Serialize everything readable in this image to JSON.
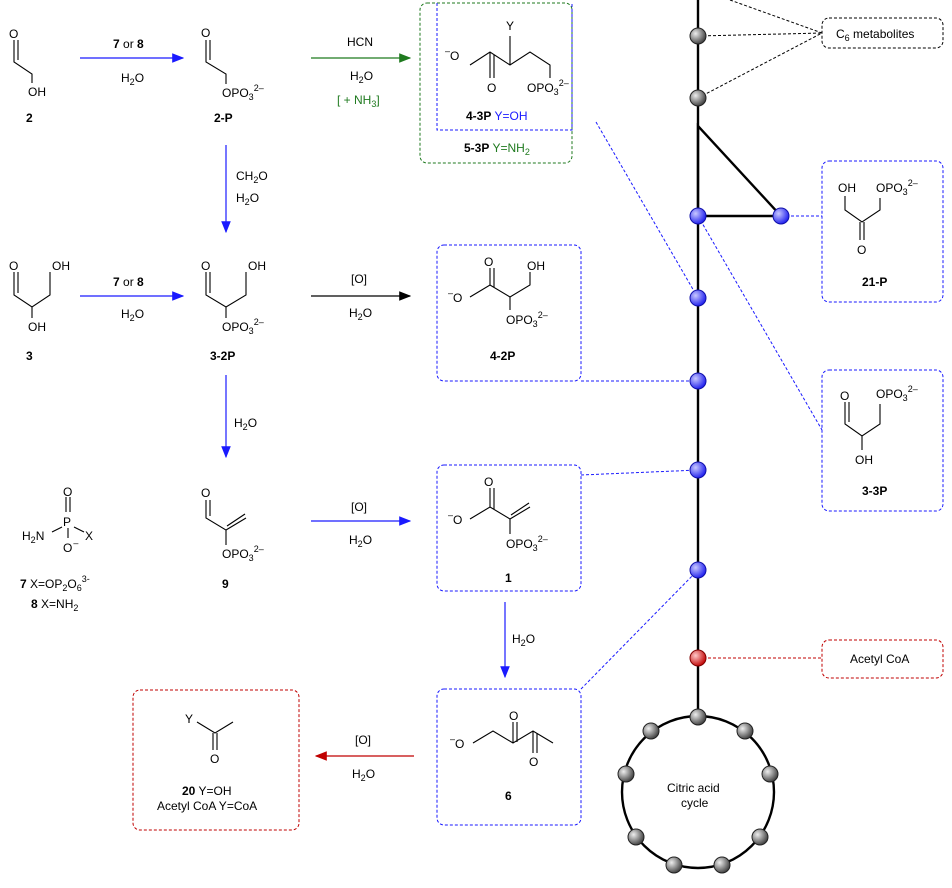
{
  "labels": {
    "c2": "2",
    "c2p": "2-P",
    "c3": "3",
    "c32p": "3-2P",
    "c9": "9",
    "c1": "1",
    "c6": "6",
    "c43p": "4-3P",
    "c43p_y": "Y=OH",
    "c53p": "5-3P",
    "c53p_y": "Y=NH",
    "c42p": "4-2P",
    "c21p": "21-P",
    "c33p": "3-3P",
    "c20_num": "20",
    "c20_y": "Y=OH",
    "acoa_y": "Acetyl CoA Y=CoA",
    "reagent7_prefix": "7",
    "reagent7_suffix": "X=OP",
    "reagent8_prefix": "8",
    "reagent8_suffix": "X=NH"
  },
  "conditions": {
    "r1_top_a": "7",
    "r1_top_or": " or ",
    "r1_top_b": "8",
    "r1_bottom": "H",
    "r2_top": "HCN",
    "r2_mid": "H",
    "r2_bottom": "[ + NH",
    "r3_top": "CH",
    "r3_bottom": "H",
    "r4_top_a": "7",
    "r4_top_or": " or ",
    "r4_top_b": "8",
    "r4_bottom": "H",
    "r5_top": "[O]",
    "r5_bottom": "H",
    "r6": "H",
    "r7_top": "[O]",
    "r7_bottom": "H",
    "r8": "H",
    "r9_top": "[O]",
    "r9_bottom": "H"
  },
  "atoms": {
    "O": "O",
    "OH": "OH",
    "OPO3": "OPO",
    "Y": "Y",
    "X": "X",
    "H2N": "H",
    "P": "P",
    "minus": "–"
  },
  "pathway": {
    "c6_metabolites": "C",
    "c6_metabolites_suffix": " metabolites",
    "acetyl_coa": "Acetyl CoA",
    "tca_line1": "Citric acid",
    "tca_line2": "cycle"
  },
  "colors": {
    "blue": "#1a1aff",
    "green": "#1f7a1f",
    "red": "#c00000",
    "black": "#000000",
    "node_gray": "#555555",
    "node_blue": "#3a3aff",
    "node_red": "#cc1111"
  }
}
